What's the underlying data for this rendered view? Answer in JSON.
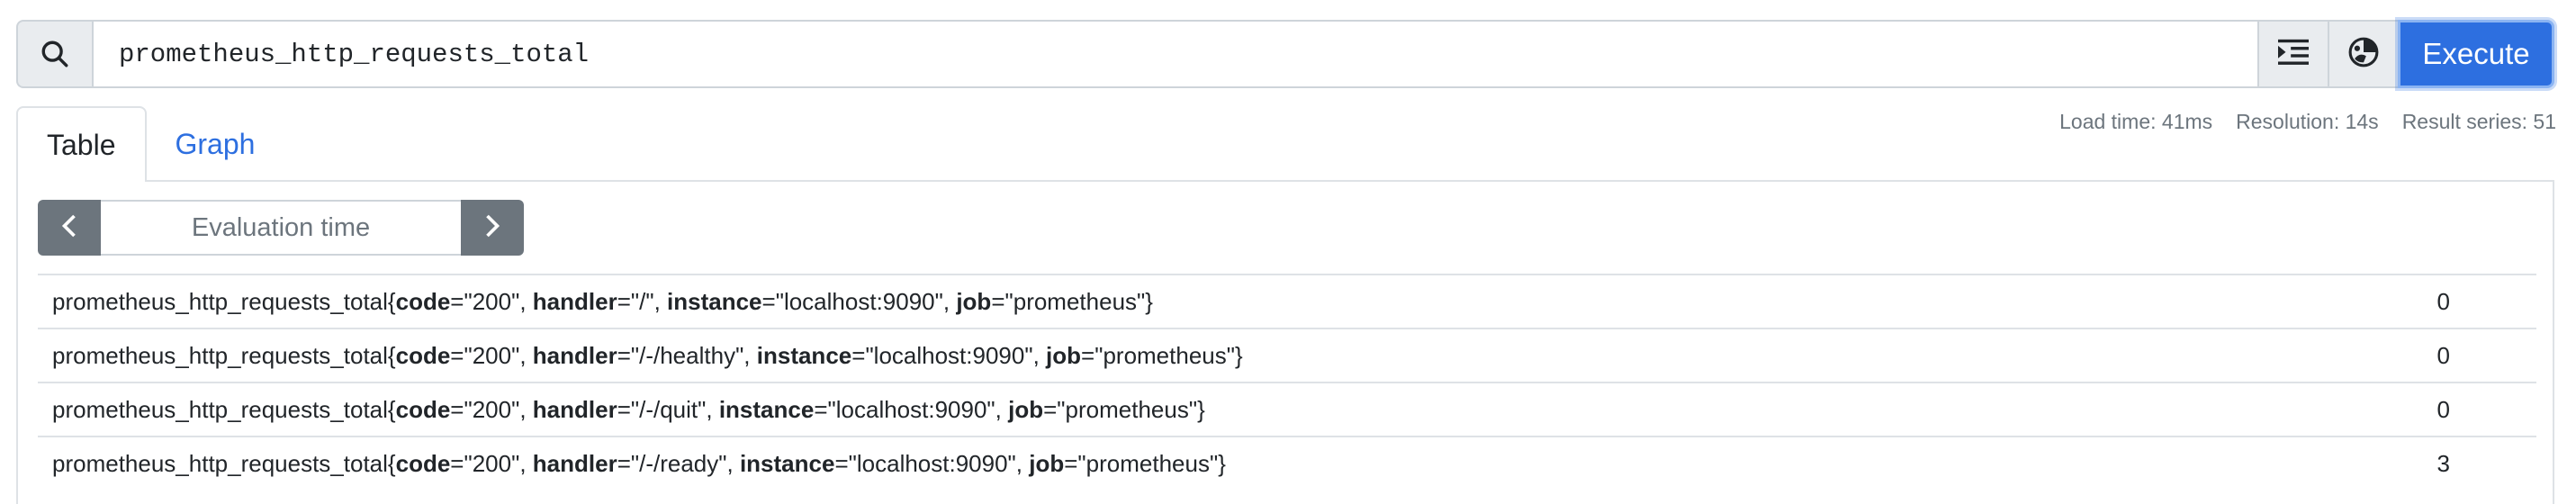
{
  "query": {
    "expression": "prometheus_http_requests_total",
    "execute_label": "Execute",
    "icons": {
      "search": "search-icon",
      "format": "format-expression-icon",
      "explorer": "metrics-explorer-icon"
    }
  },
  "tabs": [
    {
      "label": "Table",
      "active": true
    },
    {
      "label": "Graph",
      "active": false
    }
  ],
  "stats": {
    "load_time": "Load time: 41ms",
    "resolution": "Resolution: 14s",
    "result_series": "Result series: 51"
  },
  "eval": {
    "placeholder": "Evaluation time"
  },
  "rows": [
    {
      "metric": "prometheus_http_requests_total",
      "labels": [
        {
          "name": "code",
          "value": "\"200\""
        },
        {
          "name": "handler",
          "value": "\"/\""
        },
        {
          "name": "instance",
          "value": "\"localhost:9090\""
        },
        {
          "name": "job",
          "value": "\"prometheus\""
        }
      ],
      "value": "0"
    },
    {
      "metric": "prometheus_http_requests_total",
      "labels": [
        {
          "name": "code",
          "value": "\"200\""
        },
        {
          "name": "handler",
          "value": "\"/-/healthy\""
        },
        {
          "name": "instance",
          "value": "\"localhost:9090\""
        },
        {
          "name": "job",
          "value": "\"prometheus\""
        }
      ],
      "value": "0"
    },
    {
      "metric": "prometheus_http_requests_total",
      "labels": [
        {
          "name": "code",
          "value": "\"200\""
        },
        {
          "name": "handler",
          "value": "\"/-/quit\""
        },
        {
          "name": "instance",
          "value": "\"localhost:9090\""
        },
        {
          "name": "job",
          "value": "\"prometheus\""
        }
      ],
      "value": "0"
    },
    {
      "metric": "prometheus_http_requests_total",
      "labels": [
        {
          "name": "code",
          "value": "\"200\""
        },
        {
          "name": "handler",
          "value": "\"/-/ready\""
        },
        {
          "name": "instance",
          "value": "\"localhost:9090\""
        },
        {
          "name": "job",
          "value": "\"prometheus\""
        }
      ],
      "value": "3"
    }
  ]
}
